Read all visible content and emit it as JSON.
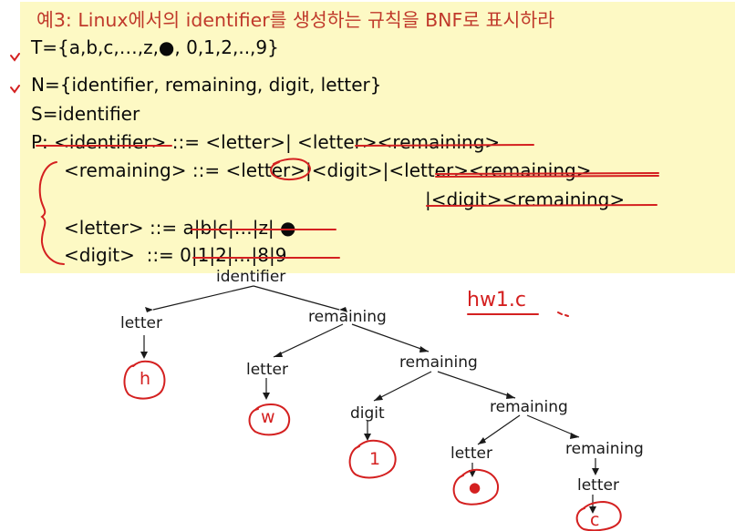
{
  "slide": {
    "title": "예3: Linux에서의 identifier를 생성하는 규칙을 BNF로 표시하라",
    "t_line": "T={a,b,c,…,z,●, 0,1,2,..,9}",
    "n_line": "N={identifier, remaining, digit, letter}",
    "s_line": "S=identifier",
    "p_line": "P: <identifier> ::= <letter>| <letter><remaining>",
    "rule_remaining": "<remaining> ::= <letter>|<digit>|<letter><remaining>",
    "rule_remaining_cont": "|<digit><remaining>",
    "rule_letter": "<letter> ::= a|b|c|…|z| ●",
    "rule_digit": "<digit>  ::= 0|1|2|…|8|9"
  },
  "tree": {
    "root": "identifier",
    "n_letter1": "letter",
    "n_remaining1": "remaining",
    "leaf_h": "h",
    "n_letter2": "letter",
    "n_remaining2": "remaining",
    "leaf_w": "w",
    "n_digit": "digit",
    "n_remaining3": "remaining",
    "leaf_1": "1",
    "n_letter3": "letter",
    "n_remaining4": "remaining",
    "leaf_dot": "●",
    "n_letter4": "letter",
    "leaf_c": "c"
  },
  "annotation": {
    "filename": "hw1.c"
  },
  "colors": {
    "slide_background": "#fdf9c4",
    "title": "#c0392b",
    "ink": "#d42020"
  }
}
